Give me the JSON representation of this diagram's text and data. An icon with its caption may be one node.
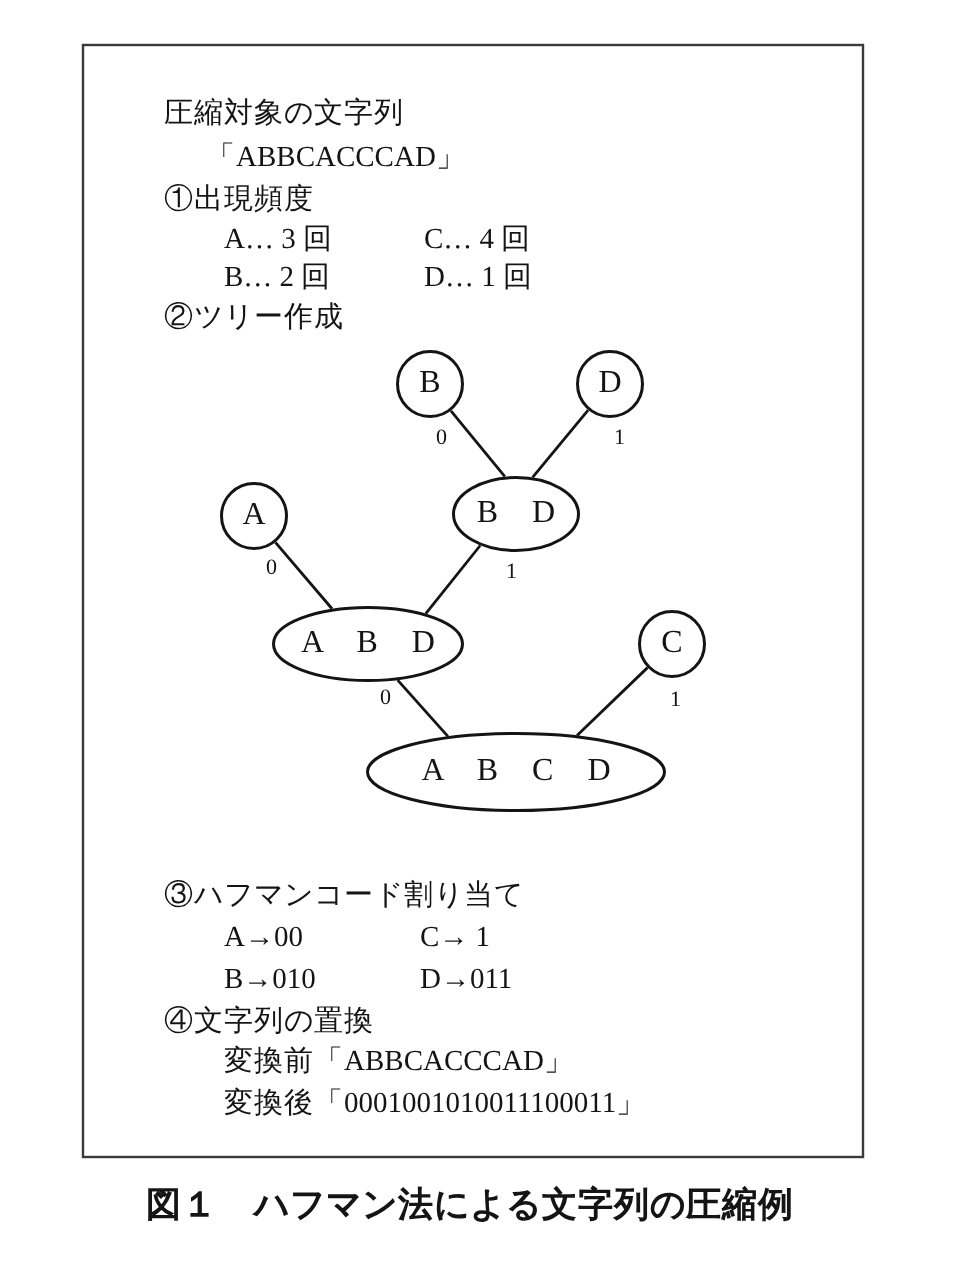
{
  "diagram": {
    "caption": "図１　ハフマン法による文字列の圧縮例",
    "nodes": [
      {
        "text": [
          "B"
        ]
      },
      {
        "text": [
          "D"
        ]
      },
      {
        "text": [
          "B D"
        ]
      },
      {
        "text": [
          "A"
        ]
      },
      {
        "text": [
          "A B D"
        ]
      },
      {
        "text": [
          "C"
        ]
      },
      {
        "text": [
          "A B C D"
        ]
      }
    ],
    "edges": [
      {
        "from": 0,
        "to": 2,
        "arrow": "none",
        "label": "0"
      },
      {
        "from": 1,
        "to": 2,
        "arrow": "none",
        "label": "1"
      },
      {
        "from": 3,
        "to": 4,
        "arrow": "none",
        "label": "0"
      },
      {
        "from": 2,
        "to": 4,
        "arrow": "none",
        "label": "1"
      },
      {
        "from": 4,
        "to": 6,
        "arrow": "none",
        "label": "0"
      },
      {
        "from": 5,
        "to": 6,
        "arrow": "none",
        "label": "1"
      }
    ],
    "labels": [
      "圧縮対象の文字列",
      "「ABBCACCCAD」",
      "①出現頻度",
      "A… 3 回",
      "C… 4 回",
      "B… 2 回",
      "D… 1 回",
      "②ツリー作成",
      "③ハフマンコード割り当て",
      "A→00",
      "C→ 1",
      "B→010",
      "D→011",
      "④文字列の置換",
      "変換前「ABBCACCCAD」",
      "変換後「0001001010011100011」"
    ]
  }
}
